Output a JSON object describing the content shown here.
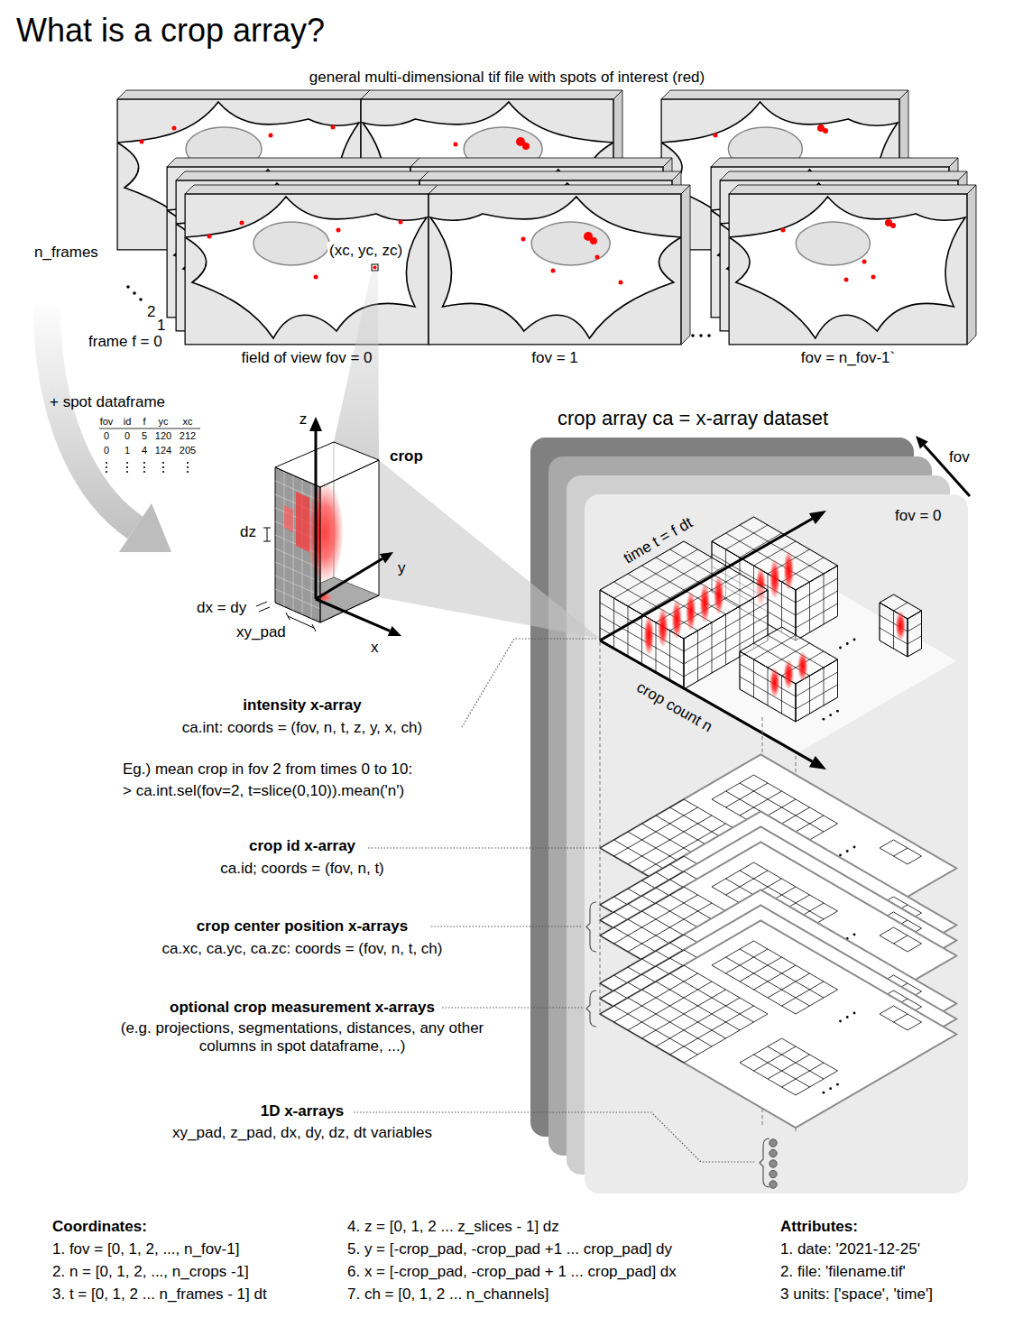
{
  "diagram": {
    "title": "What is a crop array?",
    "nodes": [
      {
        "text": [
          "(xc, yc, zc)",
          "field of view fov = 0"
        ]
      },
      {
        "text": [
          "fov = 1"
        ]
      },
      {
        "text": [
          "fov = n_fov-1`"
        ]
      },
      {
        "text": [
          "crop array ca = x-array dataset",
          "fov = 0"
        ]
      }
    ],
    "labels": [
      "general multi-dimensional tif file with spots of interest (red)",
      "n_frames",
      "2",
      "1",
      "frame f = 0",
      "+ spot dataframe",
      "fov",
      "id",
      "f",
      "yc",
      "xc",
      "0",
      "0",
      "5",
      "120",
      "212",
      "0",
      "1",
      "4",
      "124",
      "205",
      "z",
      "crop",
      "dz",
      "dx = dy",
      "xy_pad",
      "y",
      "x",
      "fov",
      "time t = f dt",
      "crop count n",
      "intensity x-array",
      "ca.int: coords = (fov, n, t, z, y, x, ch)",
      "Eg.) mean crop in fov 2 from times 0 to 10:",
      "> ca.int.sel(fov=2, t=slice(0,10)).mean('n')",
      "crop id x-array",
      "ca.id; coords = (fov, n, t)",
      "crop center position x-arrays",
      "ca.xc, ca.yc, ca.zc: coords = (fov, n, t, ch)",
      "optional crop measurement x-arrays",
      "(e.g. projections, segmentations, distances, any other columns in spot dataframe, ...)",
      "1D x-arrays",
      "xy_pad, z_pad, dx, dy, dz, dt variables",
      "Coordinates:",
      "1. fov = [0, 1, 2, ..., n_fov-1]",
      "2. n = [0, 1, 2, ..., n_crops -1]",
      "3. t = [0, 1, 2 ... n_frames - 1] dt",
      "4. z = [0, 1, 2 ... z_slices - 1] dz",
      "5. y = [-crop_pad, -crop_pad +1 ... crop_pad] dy",
      "6. x = [-crop_pad, -crop_pad + 1 ... crop_pad] dx",
      "7. ch = [0, 1, 2 ... n_channels]",
      "Attributes:",
      "1. date: '2021-12-25'",
      "2. file: 'filename.tif'",
      "3 units: ['space', 'time']"
    ]
  }
}
